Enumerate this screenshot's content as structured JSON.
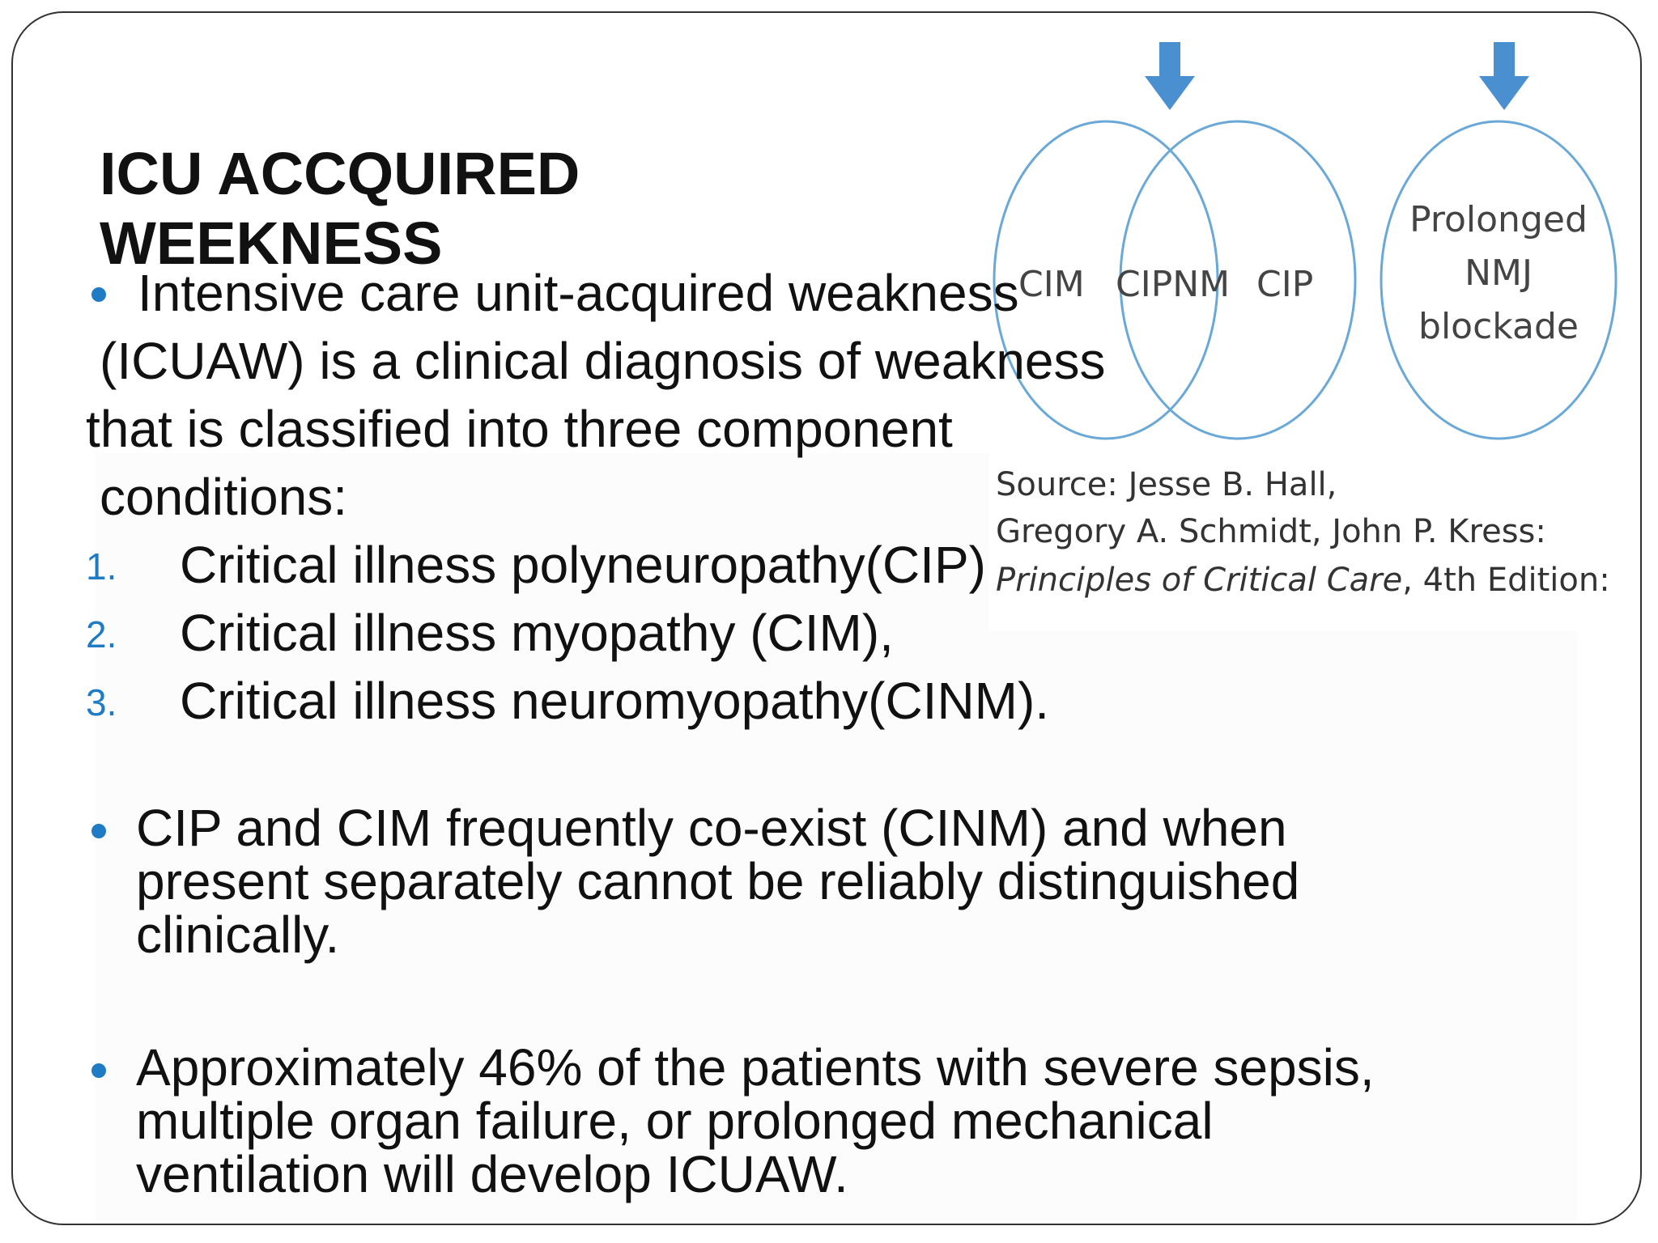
{
  "slide": {
    "title": "ICU ACCQUIRED WEEKNESS",
    "intro": {
      "lines": [
        "Intensive care unit-acquired  weakness",
        "(ICUAW) is a clinical  diagnosis of weakness",
        "that is  classified into three component",
        "conditions:"
      ]
    },
    "numbered_items": [
      {
        "number": "1.",
        "text": "Critical illness polyneuropathy(CIP)"
      },
      {
        "number": "2.",
        "text": "Critical illness myopathy (CIM),"
      },
      {
        "number": "3.",
        "text": "Critical illness neuromyopathy(CINM)."
      }
    ],
    "bullet_2": {
      "lines": [
        "CIP and CIM frequently co-exist (CINM) and when",
        "present separately cannot be reliably distinguished",
        "clinically."
      ]
    },
    "bullet_3": {
      "lines": [
        "Approximately 46% of the patients with severe sepsis,",
        "multiple  organ failure, or prolonged mechanical",
        "ventilation will develop  ICUAW."
      ]
    },
    "figure": {
      "labels": {
        "left": "CIM",
        "middle": "CIPNM",
        "right": "CIP",
        "far_line1": "Prolonged",
        "far_line2": "NMJ",
        "far_line3": "blockade"
      },
      "source": {
        "line1": "Source: Jesse B. Hall,",
        "line2": "Gregory A. Schmidt, John P. Kress:",
        "line3_italic": "Principles of Critical Care",
        "line3_rest": ", 4th Edition:"
      }
    },
    "colors": {
      "accent": "#1e7bc4",
      "circle": "#6aa8d8",
      "arrow": "#4a8fcf",
      "text": "#111111"
    }
  }
}
